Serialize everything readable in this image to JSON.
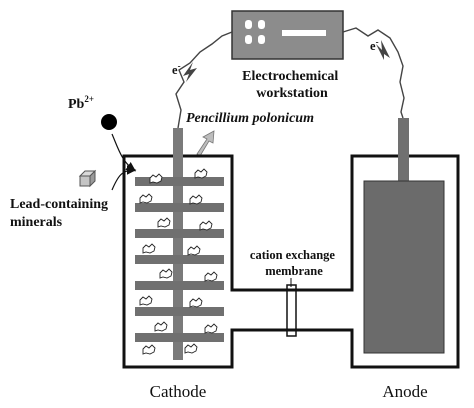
{
  "labels": {
    "workstation_line1": "Electrochemical",
    "workstation_line2": "workstation",
    "electron_left": "e",
    "electron_right": "e",
    "electron_charge": "-",
    "ion_base": "Pb",
    "ion_charge": "2+",
    "organism": "Pencillium polonicum",
    "minerals_line1": "Lead-containing",
    "minerals_line2": "minerals",
    "membrane_line1": "cation exchange",
    "membrane_line2": "membrane",
    "cathode": "Cathode",
    "anode": "Anode"
  },
  "colors": {
    "line": "#111111",
    "gray_dark": "#6b6b6b",
    "gray_mid": "#808080",
    "gray_light": "#b5b5b5",
    "workstation": "#8c8c8c"
  }
}
